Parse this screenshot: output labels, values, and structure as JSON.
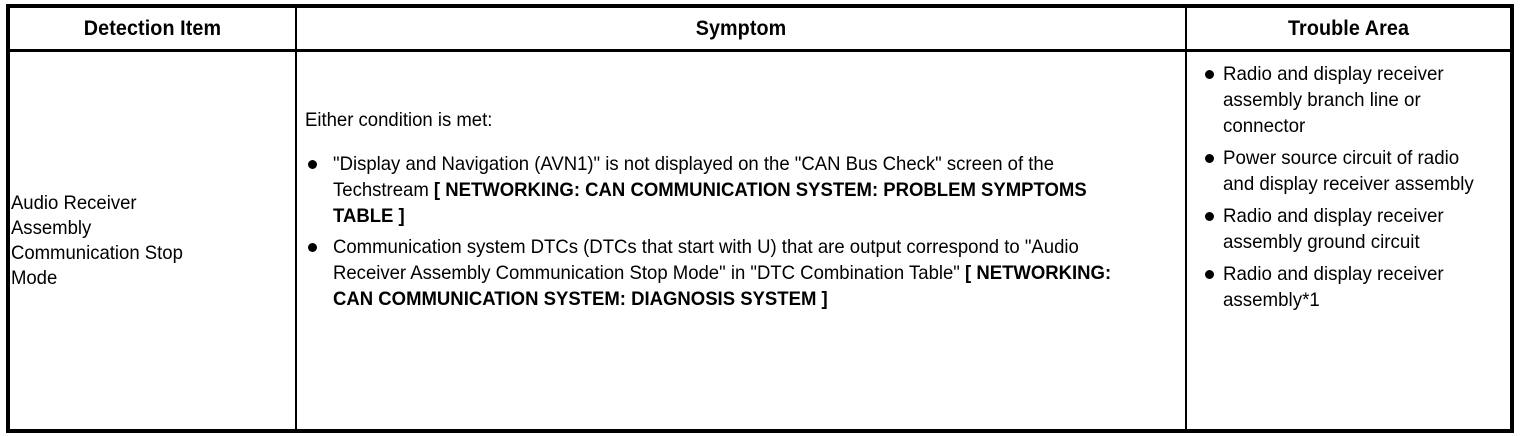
{
  "table": {
    "headers": {
      "detection_item": "Detection Item",
      "symptom": "Symptom",
      "trouble_area": "Trouble Area"
    },
    "row": {
      "detection_item": "Audio Receiver\nAssembly\nCommunication Stop\nMode",
      "symptom": {
        "intro": "Either condition is met:",
        "bullets": [
          {
            "parts": [
              {
                "text": "\"Display and Navigation (AVN1)\" is not displayed on the \"CAN Bus Check\" screen of the Techstream ",
                "bold": false
              },
              {
                "text": "[ NETWORKING: CAN COMMUNICATION SYSTEM: PROBLEM SYMPTOMS TABLE ]",
                "bold": true
              }
            ]
          },
          {
            "parts": [
              {
                "text": "Communication system DTCs (DTCs that start with U) that are output correspond to \"Audio Receiver Assembly Communication Stop Mode\" in \"DTC Combination Table\" ",
                "bold": false
              },
              {
                "text": "[ NETWORKING: CAN COMMUNICATION SYSTEM: DIAGNOSIS SYSTEM ]",
                "bold": true
              }
            ]
          }
        ]
      },
      "trouble_area": [
        "Radio and display receiver assembly branch line or connector",
        "Power source circuit of radio and display receiver assembly",
        "Radio and display receiver assembly ground circuit",
        "Radio and display receiver assembly*1"
      ]
    }
  },
  "colors": {
    "border": "#000000",
    "text": "#000000",
    "background": "#ffffff"
  }
}
